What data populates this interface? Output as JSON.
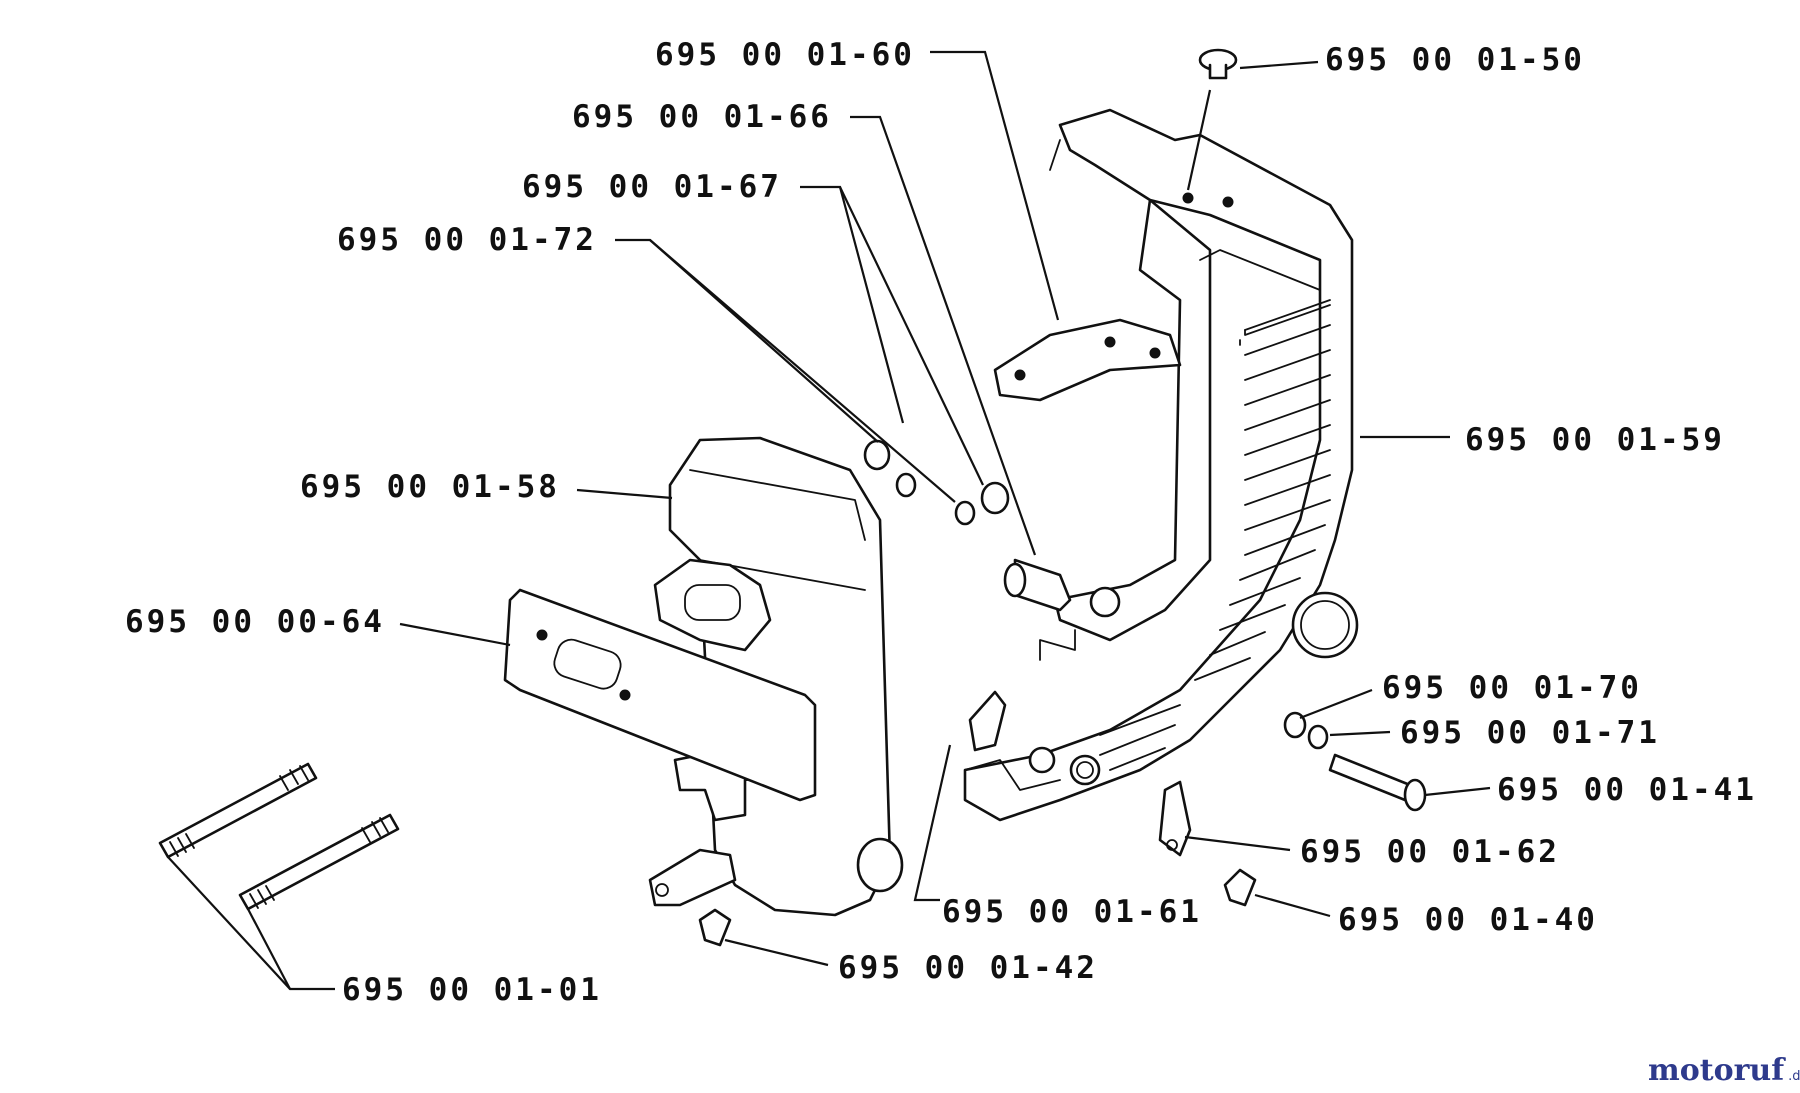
{
  "parts": {
    "p0160": "695 00 01-60",
    "p0150": "695 00 01-50",
    "p0166": "695 00 01-66",
    "p0167": "695 00 01-67",
    "p0172": "695 00 01-72",
    "p0159": "695 00 01-59",
    "p0158": "695 00 01-58",
    "p0064": "695 00 00-64",
    "p0170": "695 00 01-70",
    "p0171": "695 00 01-71",
    "p0141": "695 00 01-41",
    "p0162": "695 00 01-62",
    "p0161": "695 00 01-61",
    "p0140": "695 00 01-40",
    "p0142": "695 00 01-42",
    "p0101": "695 00 01-01"
  },
  "watermark": {
    "brand_main": "motoruf",
    "brand_suffix": ".de",
    "colors": {
      "primary": "#2e3a8c",
      "accent": "#d6402b"
    }
  }
}
